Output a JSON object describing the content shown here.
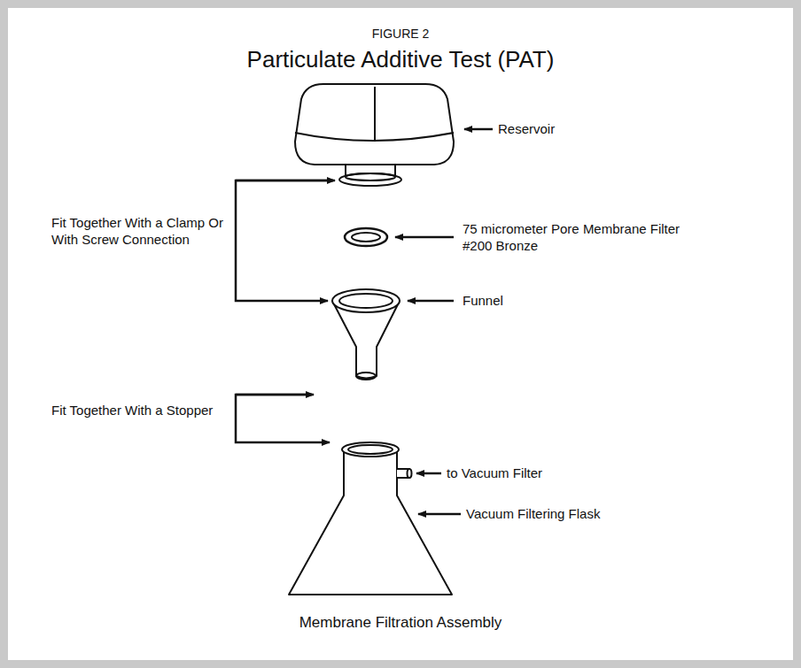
{
  "diagram": {
    "title": "Particulate Additive Test (PAT)",
    "caption": "Membrane Filtration Assembly",
    "labels": [
      "FIGURE 2",
      "Reservoir",
      "75 micrometer Pore Membrane Filter #200 Bronze",
      "Fit Together With a Clamp Or With Screw Connection",
      "Funnel",
      "Fit Together With a Stopper",
      "to Vacuum Filter",
      "Vacuum Filtering Flask"
    ]
  }
}
